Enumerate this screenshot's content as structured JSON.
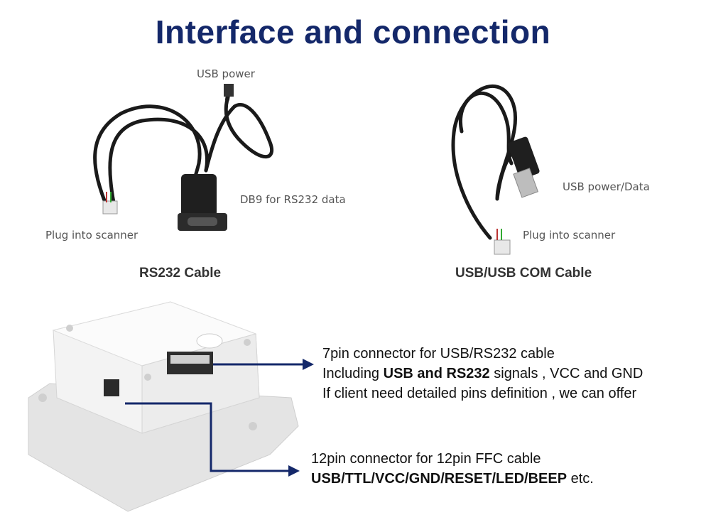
{
  "title": "Interface and connection",
  "rs232": {
    "usb_power": "USB power",
    "db9": "DB9 for RS232  data",
    "plug": "Plug into scanner",
    "caption": "RS232 Cable"
  },
  "usbcom": {
    "usb_power_data": "USB power/Data",
    "plug": "Plug into scanner",
    "caption": "USB/USB COM Cable"
  },
  "connector7": {
    "line1": "7pin connector for USB/RS232 cable",
    "line2_prefix": "Including ",
    "line2_bold": "USB and RS232",
    "line2_suffix": " signals , VCC and GND",
    "line3": "If client need detailed pins definition , we can offer"
  },
  "connector12": {
    "line1": "12pin connector for 12pin FFC cable",
    "line2_bold": "USB/TTL/VCC/GND/RESET/LED/BEEP",
    "line2_suffix": " etc."
  },
  "colors": {
    "title": "#14286a",
    "arrow": "#14286a",
    "cable": "#1a1a1a",
    "device": "#f2f2f2"
  }
}
